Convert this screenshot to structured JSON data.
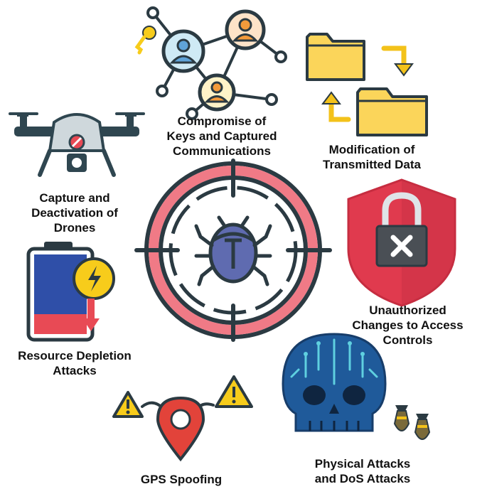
{
  "labels": {
    "compromise": [
      "Compromise of",
      "Keys and Captured",
      "Communications"
    ],
    "modification": [
      "Modification of",
      "Transmitted Data"
    ],
    "capture": [
      "Capture and",
      "Deactivation of",
      "Drones"
    ],
    "unauthorized": [
      "Unauthorized",
      "Changes to Access",
      "Controls"
    ],
    "resource": [
      "Resource Depletion",
      "Attacks"
    ],
    "gps": [
      "GPS Spoofing"
    ],
    "physical": [
      "Physical Attacks",
      "and DoS Attacks"
    ]
  },
  "icons": {
    "center": "bug-target-icon",
    "compromise": "network-users-key-icon",
    "modification": "folders-swap-icon",
    "capture": "drone-icon",
    "unauthorized": "shield-lock-icon",
    "resource": "battery-depletion-icon",
    "gps": "gps-pin-warning-icon",
    "physical": "skull-bombs-icon"
  },
  "colors": {
    "outline": "#2b3a42",
    "target_ring": "#f07a86",
    "bug": "#5f6bb0",
    "folder": "#fbd55a",
    "arrow": "#f3c21a",
    "shield": "#e03a4e",
    "drone": "#2f4650",
    "skull": "#1f5a9a",
    "circuit": "#5fd0e0",
    "battery_blue": "#2f4fa8",
    "battery_red": "#e84a55",
    "warning": "#f7cc1b",
    "pin": "#e2433a"
  }
}
